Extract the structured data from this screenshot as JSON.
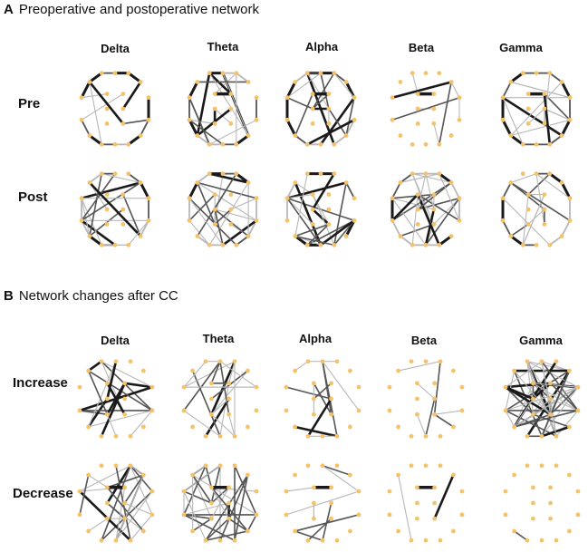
{
  "panel_a": {
    "letter": "A",
    "title": "Preoperative and postoperative network",
    "bands": [
      "Delta",
      "Theta",
      "Alpha",
      "Beta",
      "Gamma"
    ],
    "rows": [
      "Pre",
      "Post"
    ]
  },
  "panel_b": {
    "letter": "B",
    "title": "Network changes after CC",
    "bands": [
      "Delta",
      "Theta",
      "Alpha",
      "Beta",
      "Gamma"
    ],
    "rows": [
      "Increase",
      "Decrease"
    ]
  },
  "colors": {
    "node": "#f5c26b",
    "edge_dark": "#1a1a1a",
    "edge_mid": "#555555",
    "edge_light": "#b8b8b8"
  }
}
